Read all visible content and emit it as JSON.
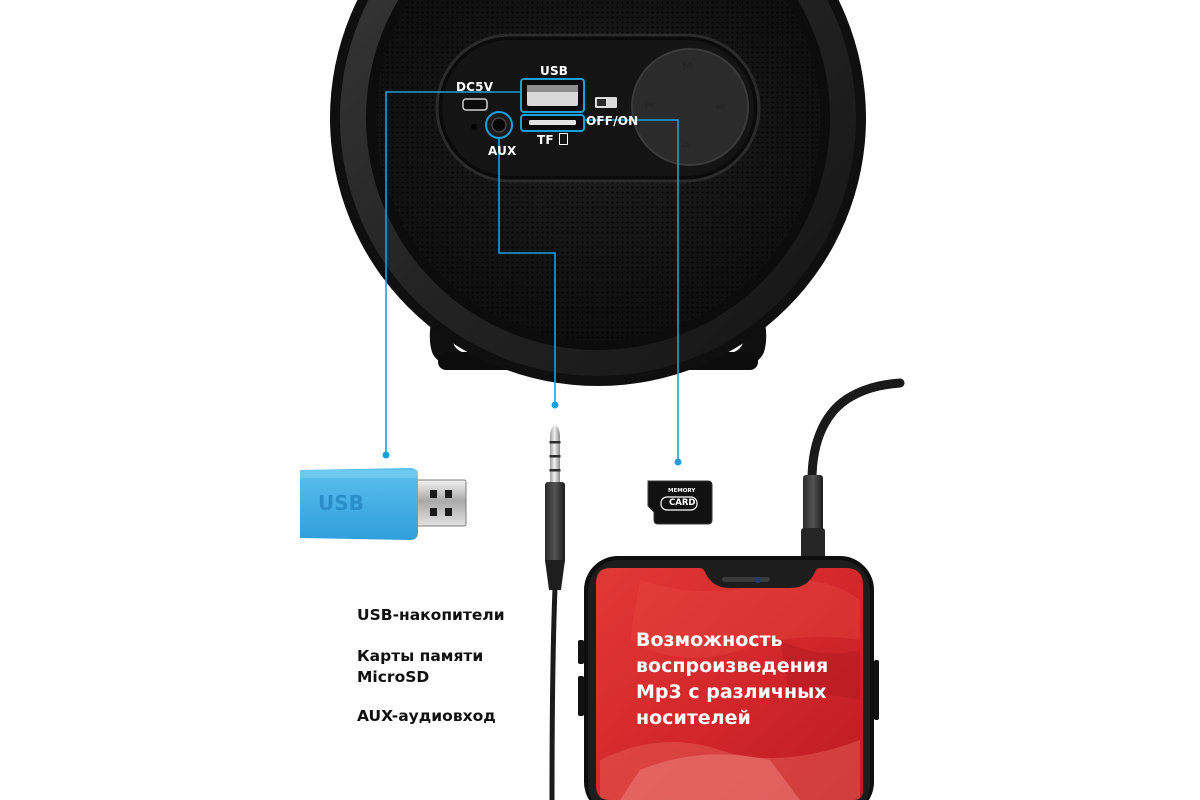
{
  "panel": {
    "dc_label": "DC5V",
    "usb_label": "USB",
    "tf_label": "TF",
    "switch_label": "OFF/ON",
    "aux_label": "AUX"
  },
  "controls": {
    "mode_label": "M",
    "prev_symbol": "⏮",
    "next_symbol": "⏭",
    "play_pause_symbol": "⏯"
  },
  "usb_stick": {
    "label": "USB"
  },
  "memory_card": {
    "line1": "MEMORY",
    "line2": "CARD"
  },
  "features": [
    {
      "text": "USB-накопители"
    },
    {
      "text": "Карты памяти\nMicroSD"
    },
    {
      "text": "AUX-аудиовход"
    }
  ],
  "phone_screen": {
    "headline_lines": [
      "Возможность",
      "воспроизведения",
      "Mp3 с различных",
      "носителей"
    ],
    "background_color": "#d6272a"
  },
  "accent_color": "#1aa0dd",
  "icons": [
    "speaker-grille",
    "usb-port-icon",
    "tf-slot-icon",
    "aux-jack-icon",
    "power-switch-icon",
    "micro-usb-port-icon",
    "usb-stick-icon",
    "audio-plug-icon",
    "memory-card-icon",
    "smartphone-icon",
    "audio-cable-icon"
  ]
}
